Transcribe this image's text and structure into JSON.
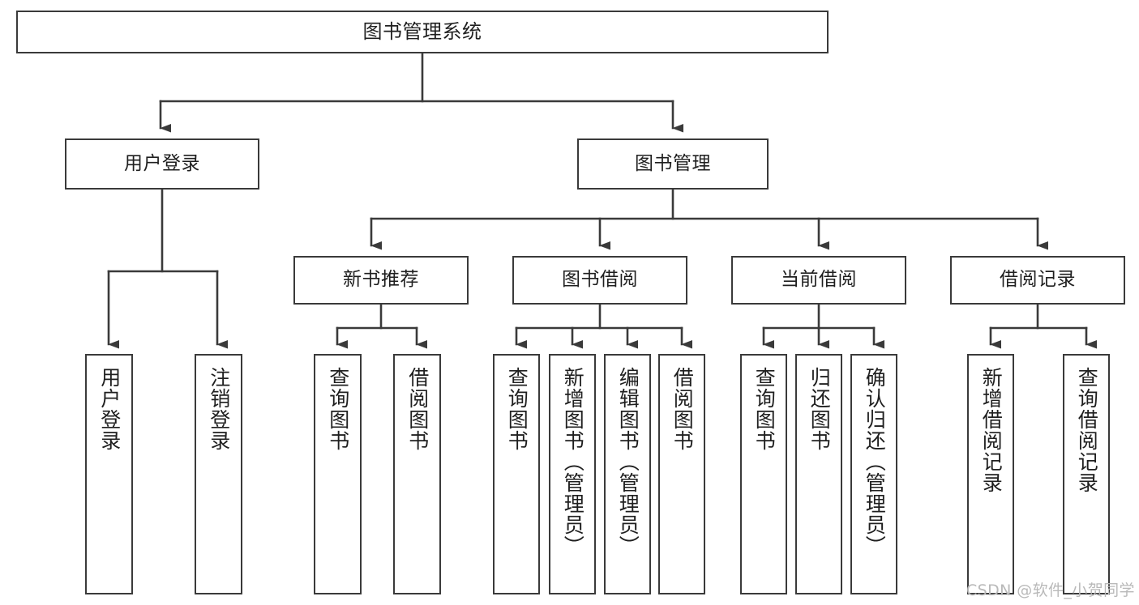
{
  "diagram": {
    "title": "图书管理系统",
    "watermark": "CSDN @软件_小贺同学",
    "accent": "#3a3a3a",
    "background": "#ffffff",
    "nodes": {
      "root": {
        "label": "图书管理系统"
      },
      "level2": [
        {
          "id": "user-login",
          "label": "用户登录"
        },
        {
          "id": "book-manage",
          "label": "图书管理"
        }
      ],
      "level3": [
        {
          "id": "new-book-recommend",
          "label": "新书推荐"
        },
        {
          "id": "book-borrow",
          "label": "图书借阅"
        },
        {
          "id": "current-borrow",
          "label": "当前借阅"
        },
        {
          "id": "borrow-record",
          "label": "借阅记录"
        }
      ],
      "leaves": {
        "user-login": [
          {
            "id": "leaf-user-login",
            "label": "用户登录"
          },
          {
            "id": "leaf-logout-login",
            "label": "注销登录"
          }
        ],
        "new-book-recommend": [
          {
            "id": "leaf-query-book-1",
            "label": "查询图书"
          },
          {
            "id": "leaf-borrow-book-1",
            "label": "借阅图书"
          }
        ],
        "book-borrow": [
          {
            "id": "leaf-query-book-2",
            "label": "查询图书"
          },
          {
            "id": "leaf-add-book",
            "label": "新增图书（管理员）"
          },
          {
            "id": "leaf-edit-book",
            "label": "编辑图书（管理员）"
          },
          {
            "id": "leaf-borrow-book-2",
            "label": "借阅图书"
          }
        ],
        "current-borrow": [
          {
            "id": "leaf-query-book-3",
            "label": "查询图书"
          },
          {
            "id": "leaf-return-book",
            "label": "归还图书"
          },
          {
            "id": "leaf-confirm-return",
            "label": "确认归还（管理员）"
          }
        ],
        "borrow-record": [
          {
            "id": "leaf-add-record",
            "label": "新增借阅记录"
          },
          {
            "id": "leaf-query-record",
            "label": "查询借阅记录"
          }
        ]
      }
    }
  }
}
